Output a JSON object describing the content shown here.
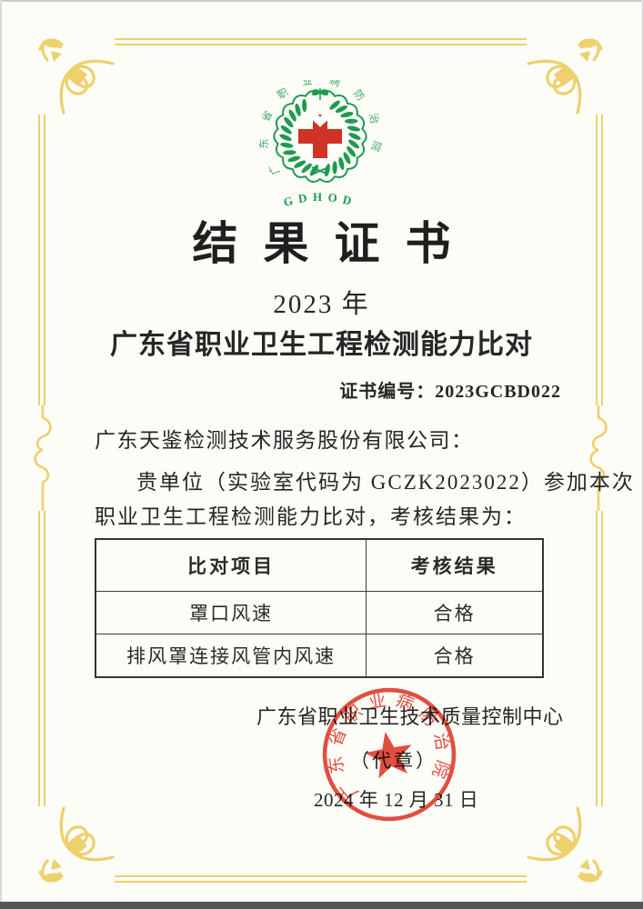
{
  "page": {
    "background": "#fdfdf8",
    "border_gold": "#eed06c"
  },
  "logo": {
    "ring_text": "广东省职业病防治院",
    "acronym": "GDHOD",
    "green": "#1f9a51",
    "cross_red": "#cf3226"
  },
  "certificate": {
    "title": "结果证书",
    "year": "2023 年",
    "subtitle": "广东省职业卫生工程检测能力比对",
    "cert_no_label": "证书编号：",
    "cert_no_value": "2023GCBD022",
    "recipient": "广东天鉴检测技术服务股份有限公司：",
    "body_line_1": "贵单位（实验室代码为 GCZK2023022）参加本次",
    "body_line_2": "职业卫生工程检测能力比对，考核结果为：",
    "issuer": "广东省职业卫生技术质量控制中心",
    "seal_note": "（代章）",
    "date": "2024 年 12 月 31 日"
  },
  "table": {
    "headers": [
      "比对项目",
      "考核结果"
    ],
    "rows": [
      {
        "item": "罩口风速",
        "result": "合格"
      },
      {
        "item": "排风罩连接风管内风速",
        "result": "合格"
      }
    ]
  },
  "stamp": {
    "text": "广东省职业病防治院",
    "color": "#de3526"
  }
}
